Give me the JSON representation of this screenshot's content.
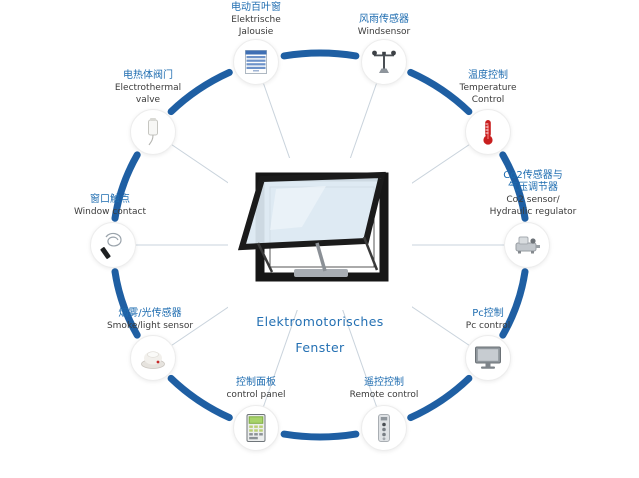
{
  "center": {
    "title_line1": "Elektromotorisches",
    "title_line2": "Fenster"
  },
  "colors": {
    "ring": "#1f5fa3",
    "spoke": "#c9d3dc",
    "cn_text": "#1e6cb0",
    "en_text": "#3b3b3b",
    "title": "#2470b3"
  },
  "nodes": [
    {
      "name": "electric-jalousie",
      "icon": "blinds-icon",
      "labels": {
        "cn": [
          "电动百叶窗"
        ],
        "en": [
          "Elektrische",
          "Jalousie"
        ]
      }
    },
    {
      "name": "wind-sensor",
      "icon": "anemometer-icon",
      "labels": {
        "cn": [
          "风雨传感器"
        ],
        "en": [
          "Windsensor"
        ]
      }
    },
    {
      "name": "temperature-control",
      "icon": "thermometer-icon",
      "labels": {
        "cn": [
          "温度控制"
        ],
        "en": [
          "Temperature",
          "Control"
        ]
      }
    },
    {
      "name": "co2-sensor-hydraulic-regulator",
      "icon": "regulator-icon",
      "labels": {
        "cn": [
          "Co2传感器与",
          "气压调节器"
        ],
        "en": [
          "Co2 sensor/",
          "Hydraulic regulator"
        ]
      }
    },
    {
      "name": "pc-control",
      "icon": "monitor-icon",
      "labels": {
        "cn": [
          "Pc控制"
        ],
        "en": [
          "Pc control"
        ]
      }
    },
    {
      "name": "remote-control",
      "icon": "remote-icon",
      "labels": {
        "cn": [
          "遥控控制"
        ],
        "en": [
          "Remote control"
        ]
      }
    },
    {
      "name": "control-panel",
      "icon": "control-panel-icon",
      "labels": {
        "cn": [
          "控制面板"
        ],
        "en": [
          "control panel"
        ]
      }
    },
    {
      "name": "smoke-light-sensor",
      "icon": "smoke-detector-icon",
      "labels": {
        "cn": [
          "烟雾/光传感器"
        ],
        "en": [
          "Smoke/light sensor"
        ]
      }
    },
    {
      "name": "window-contact",
      "icon": "magnetic-contact-icon",
      "labels": {
        "cn": [
          "窗口触点"
        ],
        "en": [
          "Window contact"
        ]
      }
    },
    {
      "name": "electrothermal-valve",
      "icon": "valve-icon",
      "labels": {
        "cn": [
          "电热体阀门"
        ],
        "en": [
          "Electrothermal",
          "valve"
        ]
      }
    }
  ]
}
